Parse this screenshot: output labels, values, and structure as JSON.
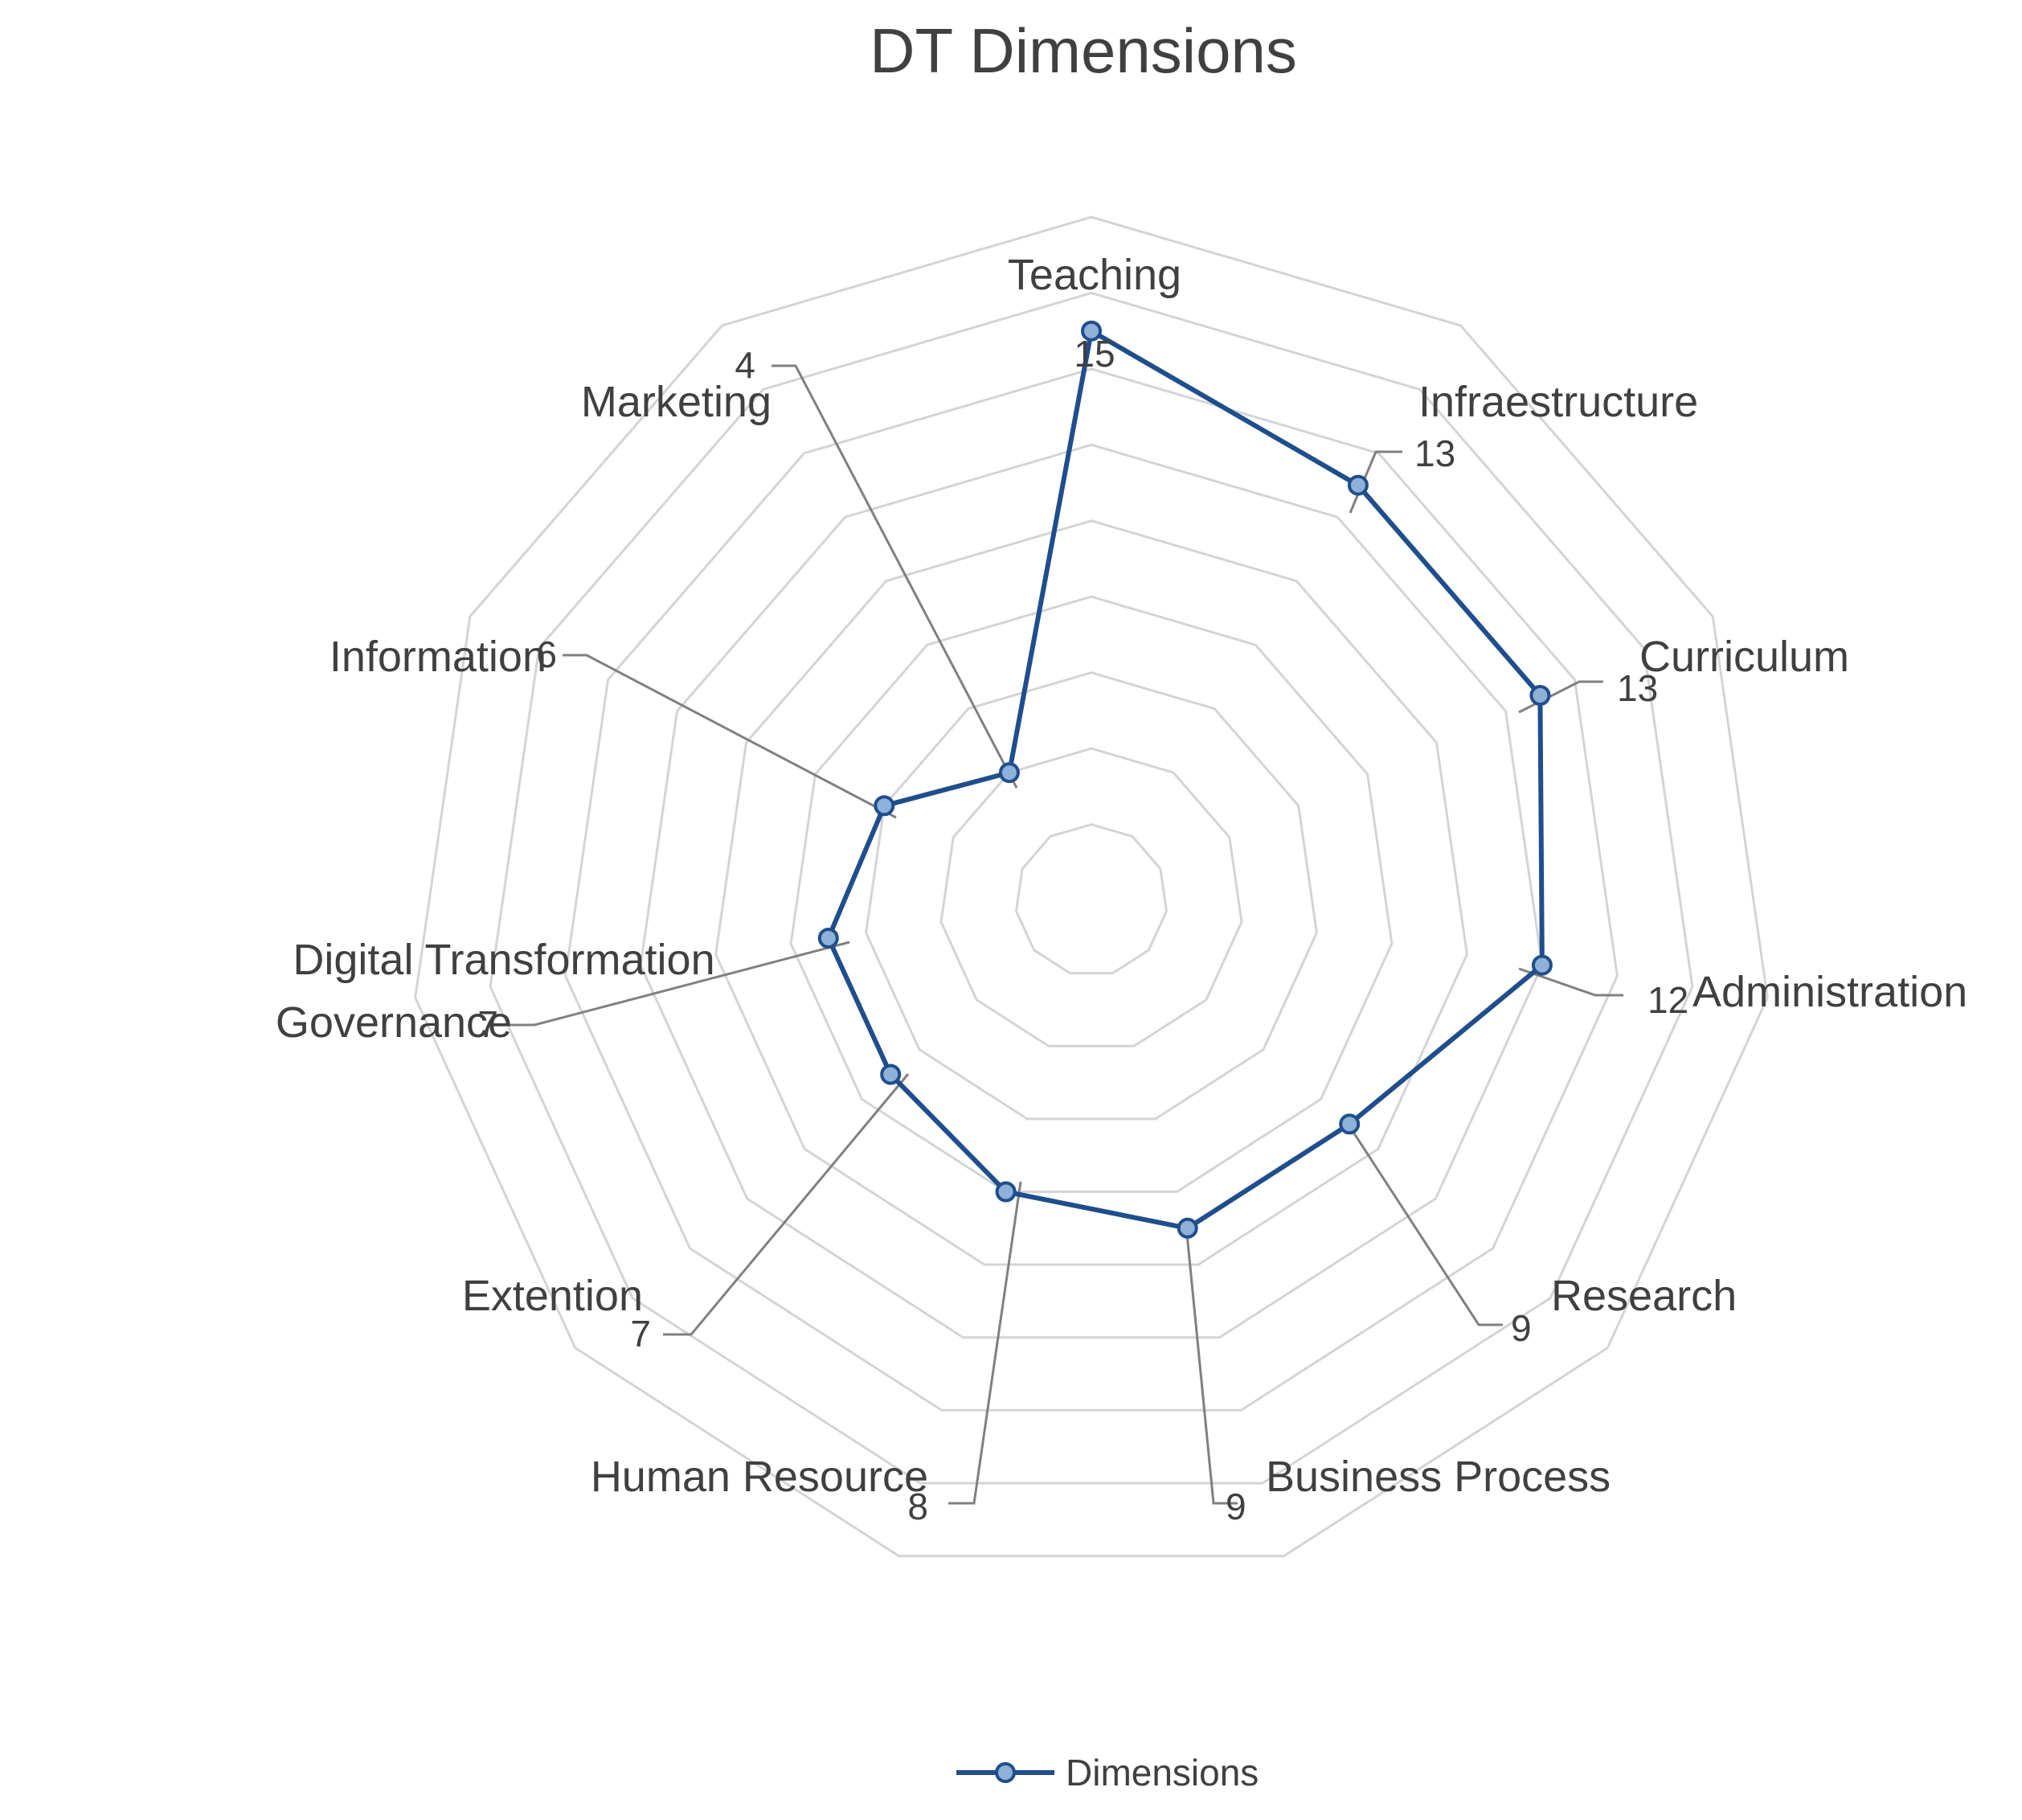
{
  "chart_data": {
    "type": "radar",
    "title": "DT Dimensions",
    "categories": [
      "Teaching",
      "Infraestructure",
      "Curriculum",
      "Administration",
      "Research",
      "Business Process",
      "Human Resource",
      "Extention",
      "Digital Transformation Governance",
      "Information",
      "Marketing"
    ],
    "series": [
      {
        "name": "Dimensions",
        "values": [
          15,
          13,
          13,
          12,
          9,
          9,
          8,
          7,
          7,
          6,
          4
        ]
      }
    ],
    "value_labels": [
      "15",
      "13",
      "13",
      "12",
      "9",
      "9",
      "8",
      "7",
      "7",
      "6",
      "4"
    ],
    "r_range": [
      0,
      18
    ],
    "grid": true,
    "grid_rings": 9,
    "legend": "bottom",
    "colors": {
      "series_line": "#1f4e8c",
      "marker_fill": "#8fb0d8",
      "grid": "#d4d4d4",
      "leader": "#808080",
      "text": "#404040"
    }
  }
}
